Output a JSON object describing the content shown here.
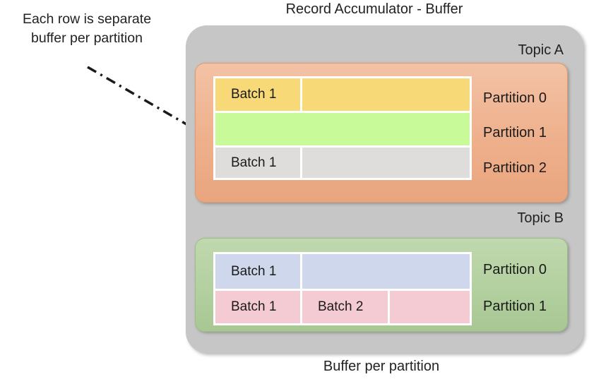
{
  "diagram": {
    "title": "Record Accumulator - Buffer",
    "caption": "Buffer per partition",
    "annotation": "Each row is separate\nbuffer per partition",
    "colors": {
      "accumulator_bg": "#c6c6c6",
      "topic_a_bg": "#eeb08c",
      "topic_b_bg": "#b2cf9e",
      "partition_a0": "#f7da77",
      "partition_a1": "#c8fa9a",
      "partition_a2": "#dedddb",
      "partition_b0": "#ced7eb",
      "partition_b1": "#f5cbd3",
      "cell_border": "#ffffff",
      "text": "#1a1a1a"
    }
  },
  "topics": [
    {
      "name": "Topic A",
      "partitions": [
        {
          "label": "Partition 0",
          "color": "#f7da77",
          "cells": [
            {
              "text": "Batch 1",
              "filled": true
            },
            {
              "text": "",
              "filled": false
            }
          ]
        },
        {
          "label": "Partition 1",
          "color": "#c8fa9a",
          "cells": [
            {
              "text": "",
              "filled": false
            }
          ]
        },
        {
          "label": "Partition 2",
          "color": "#dedddb",
          "cells": [
            {
              "text": "Batch 1",
              "filled": true
            },
            {
              "text": "",
              "filled": false
            }
          ]
        }
      ]
    },
    {
      "name": "Topic B",
      "partitions": [
        {
          "label": "Partition 0",
          "color": "#ced7eb",
          "cells": [
            {
              "text": "Batch 1",
              "filled": true
            },
            {
              "text": "",
              "filled": false
            }
          ]
        },
        {
          "label": "Partition 1",
          "color": "#f5cbd3",
          "cells": [
            {
              "text": "Batch 1",
              "filled": true
            },
            {
              "text": "Batch 2",
              "filled": true
            },
            {
              "text": "",
              "filled": false
            }
          ]
        }
      ]
    }
  ]
}
